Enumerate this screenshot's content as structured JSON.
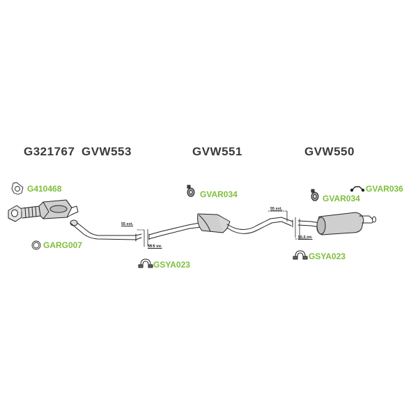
{
  "colors": {
    "accent": "#7dbf3b",
    "line": "#222222",
    "text": "#3a3a3a",
    "fill": "#cfcfcf"
  },
  "sections": [
    {
      "id": "g321767",
      "code": "G321767"
    },
    {
      "id": "gvw553",
      "code": "GVW553"
    },
    {
      "id": "gvw551",
      "code": "GVW551"
    },
    {
      "id": "gvw550",
      "code": "GVW550"
    }
  ],
  "parts": [
    {
      "id": "g410468",
      "code": "G410468",
      "icon": "flange-gasket-icon"
    },
    {
      "id": "garg007",
      "code": "GARG007",
      "icon": "ring-gasket-icon"
    },
    {
      "id": "gsya023-a",
      "code": "GSYA023",
      "icon": "clamp-icon"
    },
    {
      "id": "gvar034-a",
      "code": "GVAR034",
      "icon": "rubber-mount-icon"
    },
    {
      "id": "gvar034-b",
      "code": "GVAR034",
      "icon": "rubber-mount-icon"
    },
    {
      "id": "gvar036",
      "code": "GVAR036",
      "icon": "hanger-icon"
    },
    {
      "id": "gsya023-b",
      "code": "GSYA023",
      "icon": "clamp-icon"
    }
  ],
  "dimensions": [
    {
      "id": "dim-1-ext",
      "text": "55 ext."
    },
    {
      "id": "dim-1-int",
      "text": "55.5 int."
    },
    {
      "id": "dim-2-ext",
      "text": "55 ext."
    },
    {
      "id": "dim-2-int",
      "text": "55.5 int."
    }
  ]
}
